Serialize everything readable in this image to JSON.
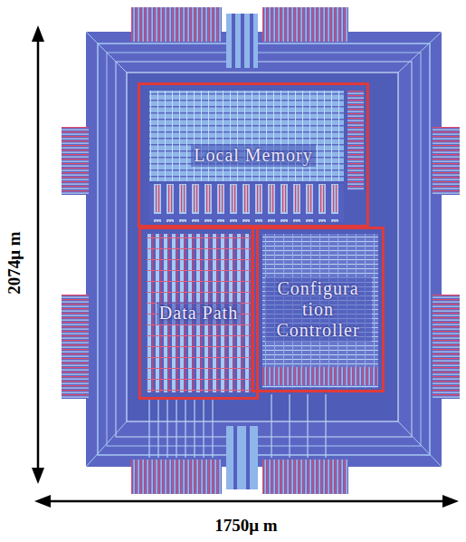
{
  "diagram": {
    "nodes": [
      {
        "text": [
          "Local Memory"
        ]
      },
      {
        "text": [
          "Data Path"
        ]
      },
      {
        "text": [
          "Configura tion Controller"
        ]
      }
    ],
    "labels": [
      "2074μ m",
      "1750μ m"
    ]
  }
}
